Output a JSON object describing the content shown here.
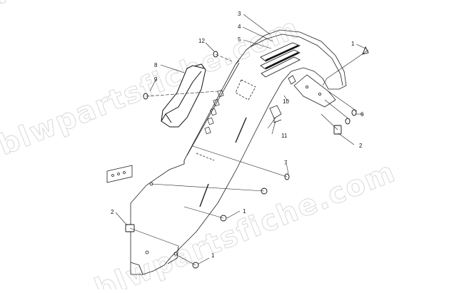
{
  "watermark": "blwpartsfiche.com",
  "callouts": {
    "c1_top": "1",
    "c1_mid": "1",
    "c1_bot": "1",
    "c2_right": "2",
    "c2_left": "2",
    "c3": "3",
    "c4": "4",
    "c5": "5",
    "c6": "6",
    "c7": "7",
    "c8": "8",
    "c9": "9",
    "c10": "10",
    "c11": "11",
    "c12": "12"
  }
}
